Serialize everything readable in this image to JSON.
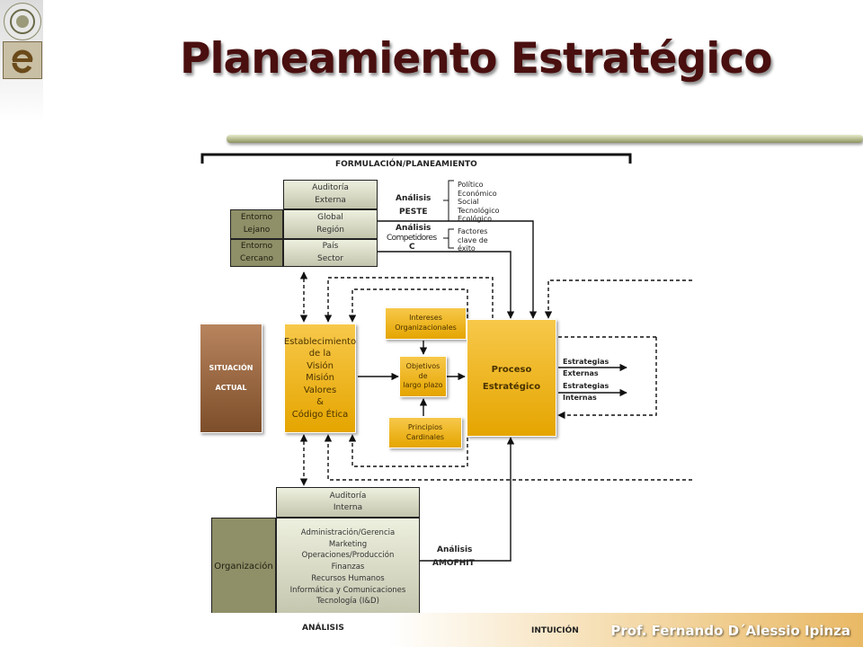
{
  "title": "Planeamiento Estratégico",
  "formulacion": "FORMULACIÓN/PLANEAMIENTO",
  "auditoria_externa": {
    "line1": "Auditoría",
    "line2": "Externa"
  },
  "global_region": {
    "line1": "Global",
    "line2": "Región"
  },
  "pais_sector": {
    "line1": "País",
    "line2": "Sector"
  },
  "entorno_lejano": {
    "line1": "Entorno",
    "line2": "Lejano"
  },
  "entorno_cercano": {
    "line1": "Entorno",
    "line2": "Cercano"
  },
  "analisis_peste": {
    "line1": "Análisis",
    "line2": "PESTE"
  },
  "peste_factors": [
    "Político",
    "Económico",
    "Social",
    "Tecnológico",
    "Ecológico"
  ],
  "analisis_competidores": {
    "line1": "Análisis",
    "line2": "Competidores",
    "line3": "C"
  },
  "competidores_factors": [
    "Factores",
    "clave de",
    "éxito"
  ],
  "situacion_actual": {
    "line1": "SITUACIÓN",
    "line2": "ACTUAL"
  },
  "establecimiento": [
    "Establecimiento",
    "de la",
    "Visión",
    "Misión",
    "Valores",
    "&",
    "Código Ética"
  ],
  "intereses": {
    "line1": "Intereses",
    "line2": "Organizacionales"
  },
  "objetivos": {
    "line1": "Objetivos",
    "line2": "de",
    "line3": "largo plazo"
  },
  "principios": {
    "line1": "Principios",
    "line2": "Cardinales"
  },
  "proceso": {
    "line1": "Proceso",
    "line2": "Estratégico"
  },
  "estrategias_externas": {
    "line1": "Estrategias",
    "line2": "Externas"
  },
  "estrategias_internas": {
    "line1": "Estrategias",
    "line2": "Internas"
  },
  "auditoria_interna": {
    "line1": "Auditoría",
    "line2": "Interna"
  },
  "organizacion": "Organización",
  "areas": [
    "Administración/Gerencia",
    "Marketing",
    "Operaciones/Producción",
    "Finanzas",
    "Recursos Humanos",
    "Informática y Comunicaciones",
    "Tecnología (I&D)"
  ],
  "analisis_amofhit": {
    "line1": "Análisis",
    "line2": "AMOFHIT"
  },
  "analisis_bottom": "ANÁLISIS",
  "intuicion": "INTUICIÓN",
  "footer": "Prof. Fernando D´Alessio Ipinza",
  "colors": {
    "orange": "#f0b400",
    "brown": "#9a6a43",
    "olive": "#8f8f68",
    "title": "#4a0f0f"
  }
}
